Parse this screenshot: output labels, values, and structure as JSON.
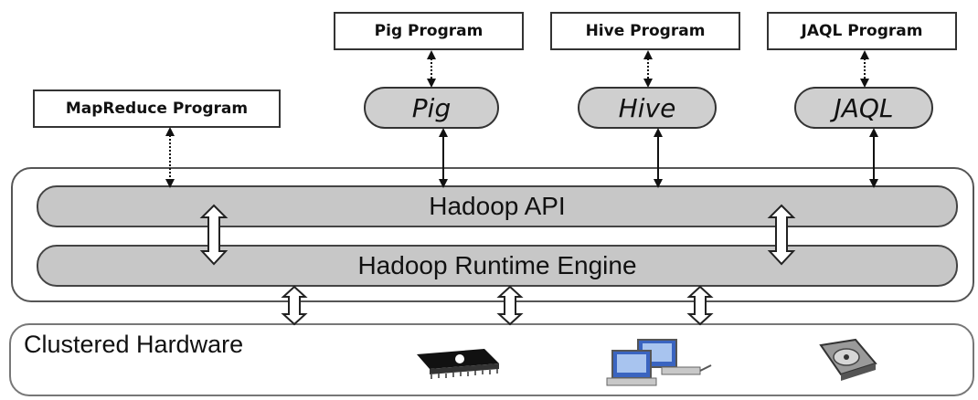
{
  "programs": {
    "mapreduce": "MapReduce Program",
    "pig": "Pig Program",
    "hive": "Hive Program",
    "jaql": "JAQL Program"
  },
  "languages": {
    "pig": "Pig",
    "hive": "Hive",
    "jaql": "JAQL"
  },
  "layers": {
    "api": "Hadoop API",
    "runtime": "Hadoop Runtime Engine"
  },
  "hardware": {
    "label": "Clustered Hardware",
    "icons": [
      "memory-chip-icon",
      "networked-computers-icon",
      "hard-disk-icon"
    ]
  }
}
